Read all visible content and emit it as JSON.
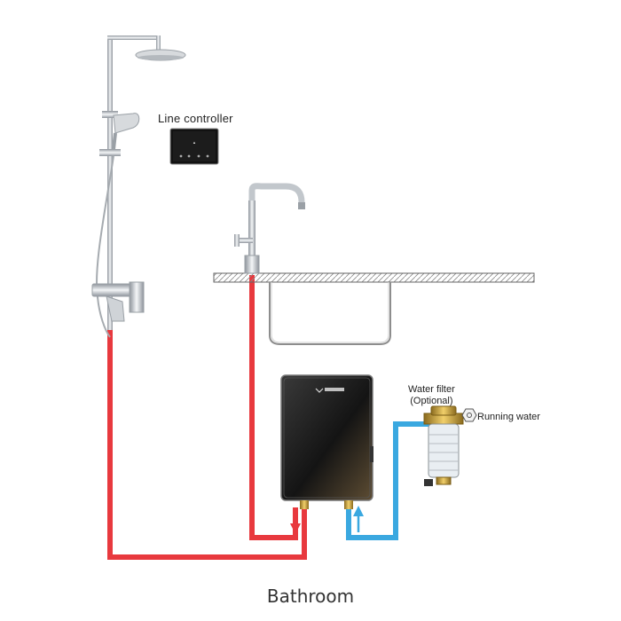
{
  "labels": {
    "line_controller": "Line controller",
    "water_filter_line1": "Water filter",
    "water_filter_line2": "(Optional)",
    "running_water": "Running water",
    "caption": "Bathroom"
  },
  "colors": {
    "hot_pipe": "#e8393e",
    "cold_pipe": "#3aa8e0",
    "chrome": "#c9cdd2",
    "heater_body": "#1b1b1b",
    "heater_accent": "#6b5a3c"
  },
  "icons": [
    "shower-icon",
    "line-controller-icon",
    "faucet-icon",
    "sink-icon",
    "water-heater-icon",
    "water-filter-icon",
    "inlet-valve-icon"
  ]
}
